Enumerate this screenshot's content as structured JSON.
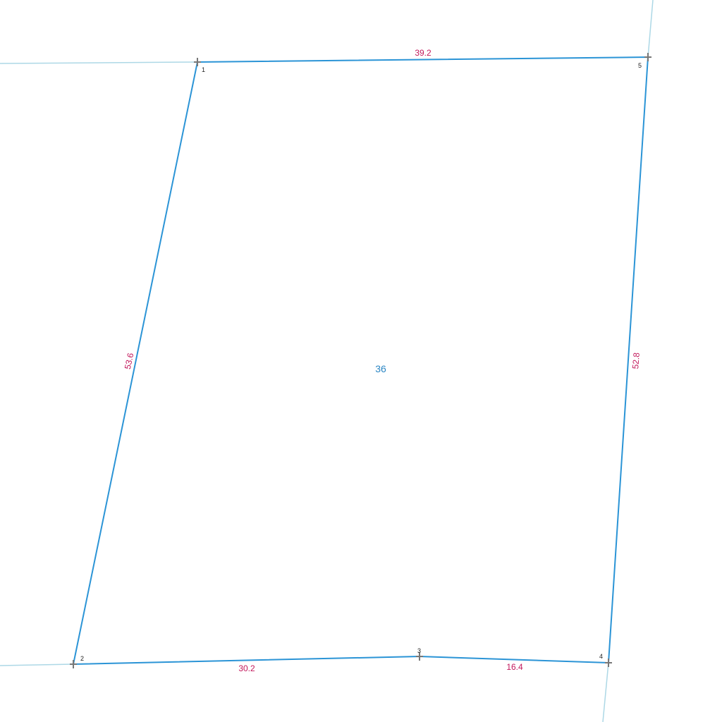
{
  "parcel": {
    "id_label": "36",
    "outline_color": "#2b94d6",
    "neighbor_color": "#add8e6",
    "length_color": "#c2185b",
    "vertices": [
      "1",
      "2",
      "3",
      "4",
      "5"
    ],
    "edges": [
      {
        "from": "1",
        "to": "5",
        "length": "39.2"
      },
      {
        "from": "1",
        "to": "2",
        "length": "53.6"
      },
      {
        "from": "2",
        "to": "3",
        "length": "30.2"
      },
      {
        "from": "3",
        "to": "4",
        "length": "16.4"
      },
      {
        "from": "4",
        "to": "5",
        "length": "52.8"
      }
    ]
  }
}
